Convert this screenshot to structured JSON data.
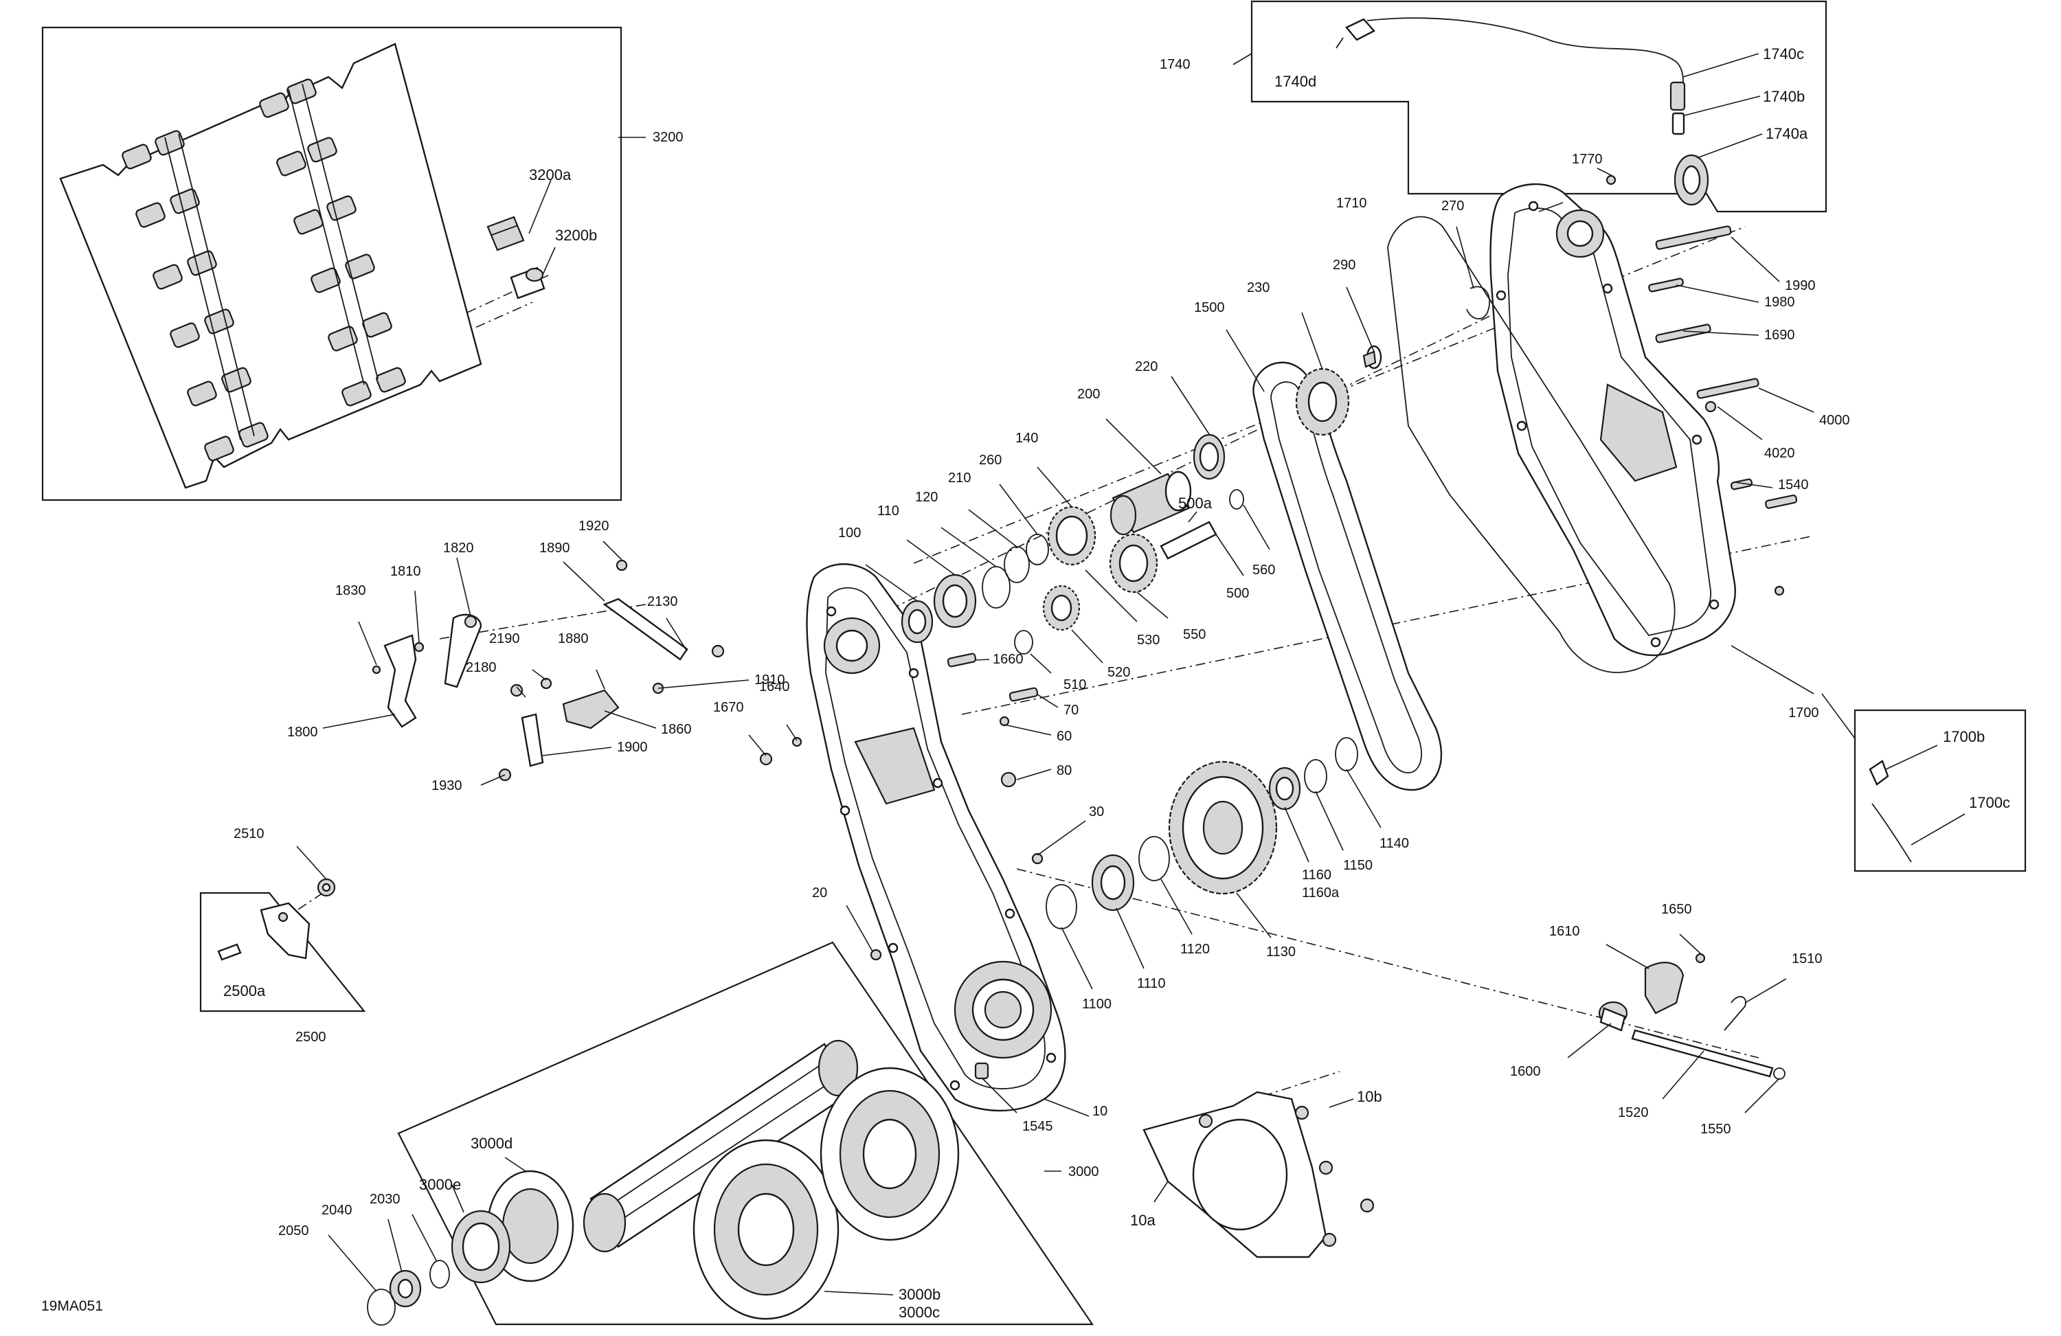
{
  "drawing_ref": "19MA051",
  "callouts": [
    {
      "id": "c3200",
      "text": "3200"
    },
    {
      "id": "c3200a",
      "text": "3200a"
    },
    {
      "id": "c3200b",
      "text": "3200b"
    },
    {
      "id": "c1740",
      "text": "1740"
    },
    {
      "id": "c1740d",
      "text": "1740d"
    },
    {
      "id": "c1740c",
      "text": "1740c"
    },
    {
      "id": "c1740b",
      "text": "1740b"
    },
    {
      "id": "c1740a",
      "text": "1740a"
    },
    {
      "id": "c1770",
      "text": "1770"
    },
    {
      "id": "c1710",
      "text": "1710"
    },
    {
      "id": "c270",
      "text": "270"
    },
    {
      "id": "c290",
      "text": "290"
    },
    {
      "id": "c230",
      "text": "230"
    },
    {
      "id": "c1500",
      "text": "1500"
    },
    {
      "id": "c220",
      "text": "220"
    },
    {
      "id": "c200",
      "text": "200"
    },
    {
      "id": "c140",
      "text": "140"
    },
    {
      "id": "c260",
      "text": "260"
    },
    {
      "id": "c210",
      "text": "210"
    },
    {
      "id": "c120",
      "text": "120"
    },
    {
      "id": "c110",
      "text": "110"
    },
    {
      "id": "c100",
      "text": "100"
    },
    {
      "id": "c500a",
      "text": "500a"
    },
    {
      "id": "c500",
      "text": "500"
    },
    {
      "id": "c560",
      "text": "560"
    },
    {
      "id": "c530",
      "text": "530"
    },
    {
      "id": "c550",
      "text": "550"
    },
    {
      "id": "c510",
      "text": "510"
    },
    {
      "id": "c520",
      "text": "520"
    },
    {
      "id": "c1990",
      "text": "1990"
    },
    {
      "id": "c1980",
      "text": "1980"
    },
    {
      "id": "c1690",
      "text": "1690"
    },
    {
      "id": "c4000",
      "text": "4000"
    },
    {
      "id": "c4020",
      "text": "4020"
    },
    {
      "id": "c1540",
      "text": "1540"
    },
    {
      "id": "c1700",
      "text": "1700"
    },
    {
      "id": "c1700b",
      "text": "1700b"
    },
    {
      "id": "c1700c",
      "text": "1700c"
    },
    {
      "id": "c1920",
      "text": "1920"
    },
    {
      "id": "c1820",
      "text": "1820"
    },
    {
      "id": "c1890",
      "text": "1890"
    },
    {
      "id": "c1810",
      "text": "1810"
    },
    {
      "id": "c1830",
      "text": "1830"
    },
    {
      "id": "c2130",
      "text": "2130"
    },
    {
      "id": "c2190",
      "text": "2190"
    },
    {
      "id": "c1880",
      "text": "1880"
    },
    {
      "id": "c2180",
      "text": "2180"
    },
    {
      "id": "c1910",
      "text": "1910"
    },
    {
      "id": "c1800",
      "text": "1800"
    },
    {
      "id": "c1860",
      "text": "1860"
    },
    {
      "id": "c1900",
      "text": "1900"
    },
    {
      "id": "c1930",
      "text": "1930"
    },
    {
      "id": "c1660",
      "text": "1660"
    },
    {
      "id": "c70",
      "text": "70"
    },
    {
      "id": "c1670",
      "text": "1670"
    },
    {
      "id": "c1640",
      "text": "1640"
    },
    {
      "id": "c60",
      "text": "60"
    },
    {
      "id": "c80",
      "text": "80"
    },
    {
      "id": "c30",
      "text": "30"
    },
    {
      "id": "c1140",
      "text": "1140"
    },
    {
      "id": "c1150",
      "text": "1150"
    },
    {
      "id": "c1160",
      "text": "1160"
    },
    {
      "id": "c1160a",
      "text": "1160a"
    },
    {
      "id": "c1120",
      "text": "1120"
    },
    {
      "id": "c1130",
      "text": "1130"
    },
    {
      "id": "c1110",
      "text": "1110"
    },
    {
      "id": "c1100",
      "text": "1100"
    },
    {
      "id": "c20",
      "text": "20"
    },
    {
      "id": "c2510",
      "text": "2510"
    },
    {
      "id": "c2500a",
      "text": "2500a"
    },
    {
      "id": "c2500",
      "text": "2500"
    },
    {
      "id": "c1650",
      "text": "1650"
    },
    {
      "id": "c1610",
      "text": "1610"
    },
    {
      "id": "c1510",
      "text": "1510"
    },
    {
      "id": "c1600",
      "text": "1600"
    },
    {
      "id": "c1520",
      "text": "1520"
    },
    {
      "id": "c1550",
      "text": "1550"
    },
    {
      "id": "c1545",
      "text": "1545"
    },
    {
      "id": "c10",
      "text": "10"
    },
    {
      "id": "c10b",
      "text": "10b"
    },
    {
      "id": "c10a",
      "text": "10a"
    },
    {
      "id": "c3000",
      "text": "3000"
    },
    {
      "id": "c3000d",
      "text": "3000d"
    },
    {
      "id": "c3000e",
      "text": "3000e"
    },
    {
      "id": "c2030",
      "text": "2030"
    },
    {
      "id": "c2040",
      "text": "2040"
    },
    {
      "id": "c2050",
      "text": "2050"
    },
    {
      "id": "c3000b",
      "text": "3000b"
    },
    {
      "id": "c3000c",
      "text": "3000c"
    }
  ]
}
